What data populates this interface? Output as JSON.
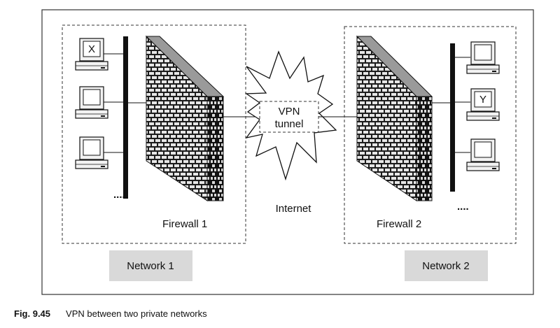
{
  "diagram": {
    "net1": {
      "label": "Network 1",
      "firewall": "Firewall 1",
      "hosts": [
        "X",
        "",
        ""
      ],
      "more": "...."
    },
    "net2": {
      "label": "Network 2",
      "firewall": "Firewall 2",
      "hosts": [
        "",
        "Y",
        ""
      ],
      "more": "...."
    },
    "cloud": {
      "line1": "VPN",
      "line2": "tunnel",
      "label": "Internet"
    },
    "colors": {
      "border": "#333333",
      "bus": "#111111",
      "box": "#d9d9d9",
      "brick": "#1a1a1a"
    }
  },
  "caption": {
    "number": "Fig. 9.45",
    "text": "VPN between two private networks"
  }
}
